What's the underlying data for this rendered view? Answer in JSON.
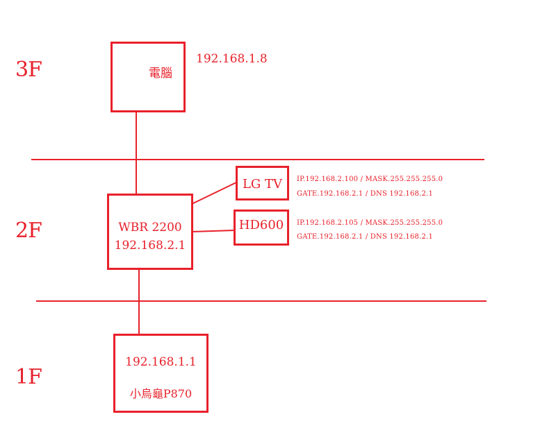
{
  "colors": {
    "line": "#e8202a"
  },
  "floors": {
    "f3": "3F",
    "f2": "2F",
    "f1": "1F"
  },
  "pc": {
    "label": "電腦",
    "ip": "192.168.1.8"
  },
  "router": {
    "name": "WBR 2200",
    "ip": "192.168.2.1"
  },
  "lgtv": {
    "label": "LG TV",
    "line1": "IP.192.168.2.100 / MASK.255.255.255.0",
    "line2": "GATE.192.168.2.1 / DNS 192.168.2.1"
  },
  "hd600": {
    "label": "HD600",
    "line1": "IP.192.168.2.105 / MASK.255.255.255.0",
    "line2": "GATE.192.168.2.1 / DNS 192.168.2.1"
  },
  "modem": {
    "ip": "192.168.1.1",
    "label": "小烏龜P870"
  }
}
